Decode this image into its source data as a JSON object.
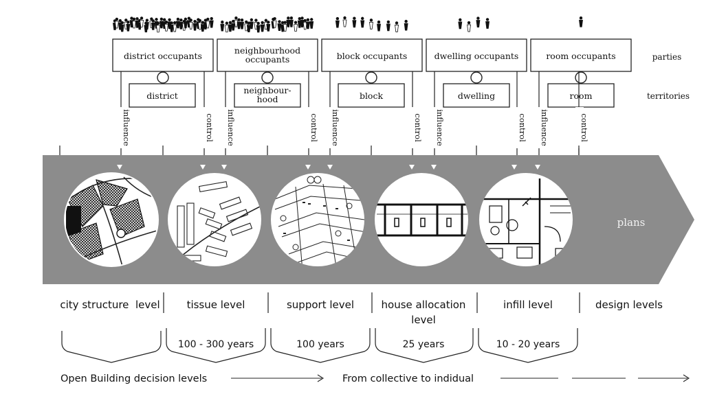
{
  "legend": {
    "parties": "parties",
    "territories": "territories"
  },
  "arrow": {
    "end_label": "plans",
    "color": "#8c8c8c"
  },
  "occupants": [
    {
      "label": "district occupants"
    },
    {
      "label": "neighbourhood\noccupants"
    },
    {
      "label": "block occupants"
    },
    {
      "label": "dwelling occupants"
    },
    {
      "label": "room occupants"
    }
  ],
  "territories": [
    {
      "label": "district"
    },
    {
      "label": "neighbour-\nhood"
    },
    {
      "label": "block"
    },
    {
      "label": "dwelling"
    },
    {
      "label": "room"
    }
  ],
  "relations": {
    "influence": "influence",
    "control": "control"
  },
  "levels": [
    {
      "label": "city structure  level",
      "years": ""
    },
    {
      "label": "tissue level",
      "years": "100 - 300 years"
    },
    {
      "label": "support level",
      "years": "100 years"
    },
    {
      "label": "house allocation\nlevel",
      "years": "25 years"
    },
    {
      "label": "infill level",
      "years": "10 - 20 years"
    },
    {
      "label": "design levels",
      "years": ""
    }
  ],
  "bottom": {
    "left": "Open Building decision levels",
    "right": "From collective to indidual"
  }
}
